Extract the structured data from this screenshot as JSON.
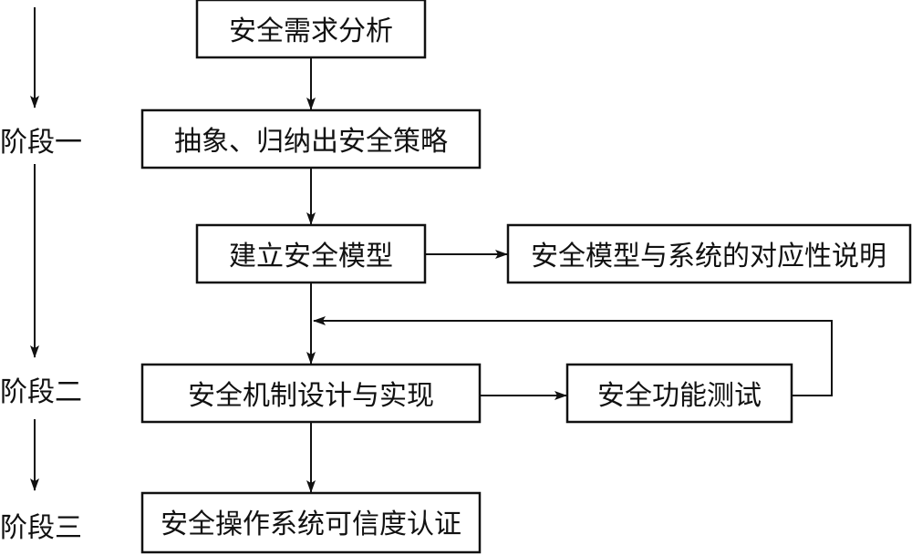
{
  "stages": {
    "one": "阶段一",
    "two": "阶段二",
    "three": "阶段三"
  },
  "boxes": {
    "requirements": "安全需求分析",
    "policy": "抽象、归纳出安全策略",
    "model": "建立安全模型",
    "correspondence": "安全模型与系统的对应性说明",
    "mechanism": "安全机制设计与实现",
    "testing": "安全功能测试",
    "certification": "安全操作系统可信度认证"
  },
  "colors": {
    "line": "#111111",
    "text": "#111111",
    "background": "#ffffff"
  }
}
